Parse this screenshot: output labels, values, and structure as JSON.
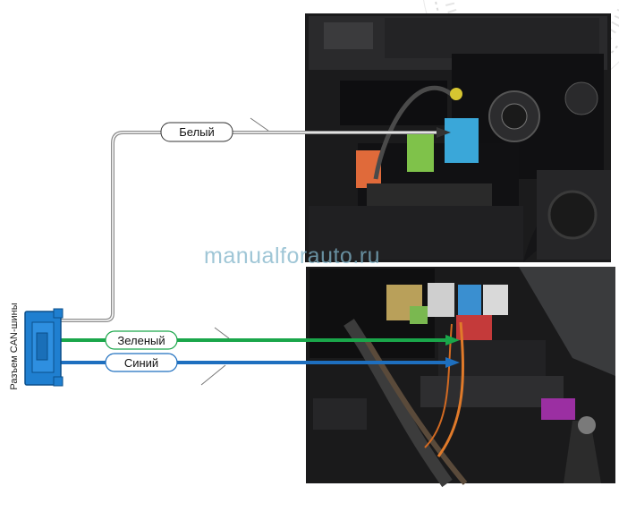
{
  "connector_label": "Разъем CAN-шины",
  "watermark": "manualforauto.ru",
  "wires": [
    {
      "label": "Белый",
      "color": "#9a9a9a"
    },
    {
      "label": "Зеленый",
      "color": "#1aa64a"
    },
    {
      "label": "Синий",
      "color": "#1e6fbf"
    }
  ],
  "photos": [
    {
      "name": "dashboard-fuse-photo"
    },
    {
      "name": "wiring-connectors-photo"
    }
  ]
}
